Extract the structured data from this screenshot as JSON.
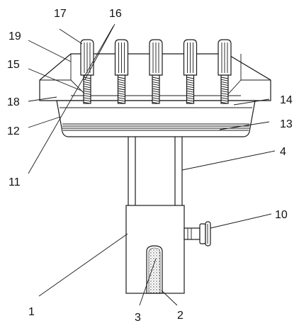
{
  "figure": {
    "labels": [
      {
        "id": "1",
        "text": "1"
      },
      {
        "id": "2",
        "text": "2"
      },
      {
        "id": "3",
        "text": "3"
      },
      {
        "id": "4",
        "text": "4"
      },
      {
        "id": "10",
        "text": "10"
      },
      {
        "id": "11",
        "text": "11"
      },
      {
        "id": "12",
        "text": "12"
      },
      {
        "id": "13",
        "text": "13"
      },
      {
        "id": "14",
        "text": "14"
      },
      {
        "id": "15",
        "text": "15"
      },
      {
        "id": "16",
        "text": "16"
      },
      {
        "id": "17",
        "text": "17"
      },
      {
        "id": "18",
        "text": "18"
      },
      {
        "id": "19",
        "text": "19"
      }
    ],
    "knob_count": 5
  }
}
